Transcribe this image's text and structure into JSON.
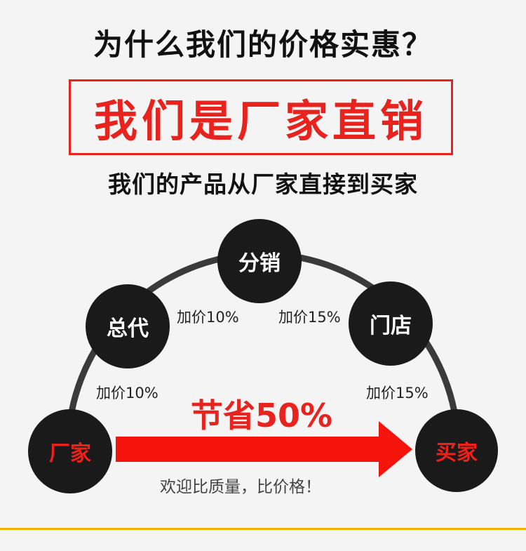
{
  "header": {
    "title": "为什么我们的价格实惠？",
    "highlight": "我们是厂家直销",
    "subtitle": "我们的产品从厂家直接到买家"
  },
  "diagram": {
    "nodes": {
      "factory": "厂家",
      "general_agent": "总代",
      "distributor": "分销",
      "store": "门店",
      "buyer": "买家"
    },
    "markups": {
      "factory_to_general": "加价10%",
      "general_to_distributor": "加价10%",
      "distributor_to_store": "加价15%",
      "store_to_buyer": "加价15%"
    },
    "savings": "节省50%",
    "tagline": "欢迎比质量，比价格！"
  },
  "colors": {
    "accent_red": "#e8221d",
    "node_dark": "#1a1a1a",
    "arc_gray": "#3a3a3a",
    "bottom_bar": "#f0b400"
  }
}
